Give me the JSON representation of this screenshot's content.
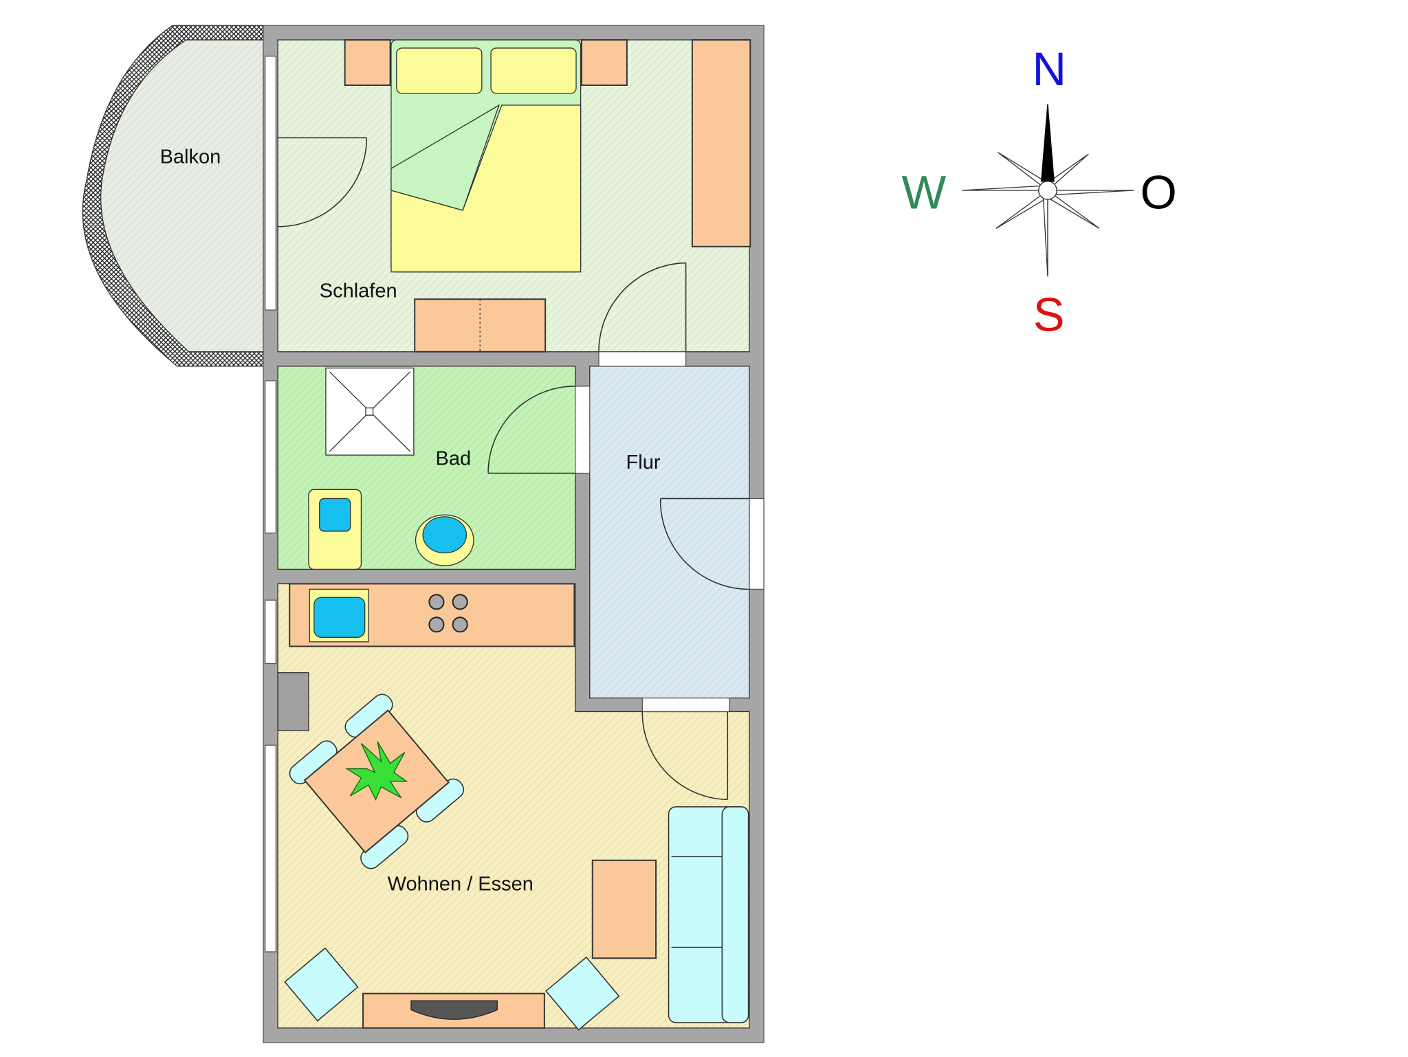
{
  "rooms": {
    "balcony": "Balkon",
    "bedroom": "Schlafen",
    "bathroom": "Bad",
    "hallway": "Flur",
    "living": "Wohnen / Essen"
  },
  "compass": {
    "north": "N",
    "west": "W",
    "east": "O",
    "south": "S",
    "colors": {
      "north": "#1010e0",
      "west": "#2e8b57",
      "east": "#000000",
      "south": "#e01010"
    }
  }
}
